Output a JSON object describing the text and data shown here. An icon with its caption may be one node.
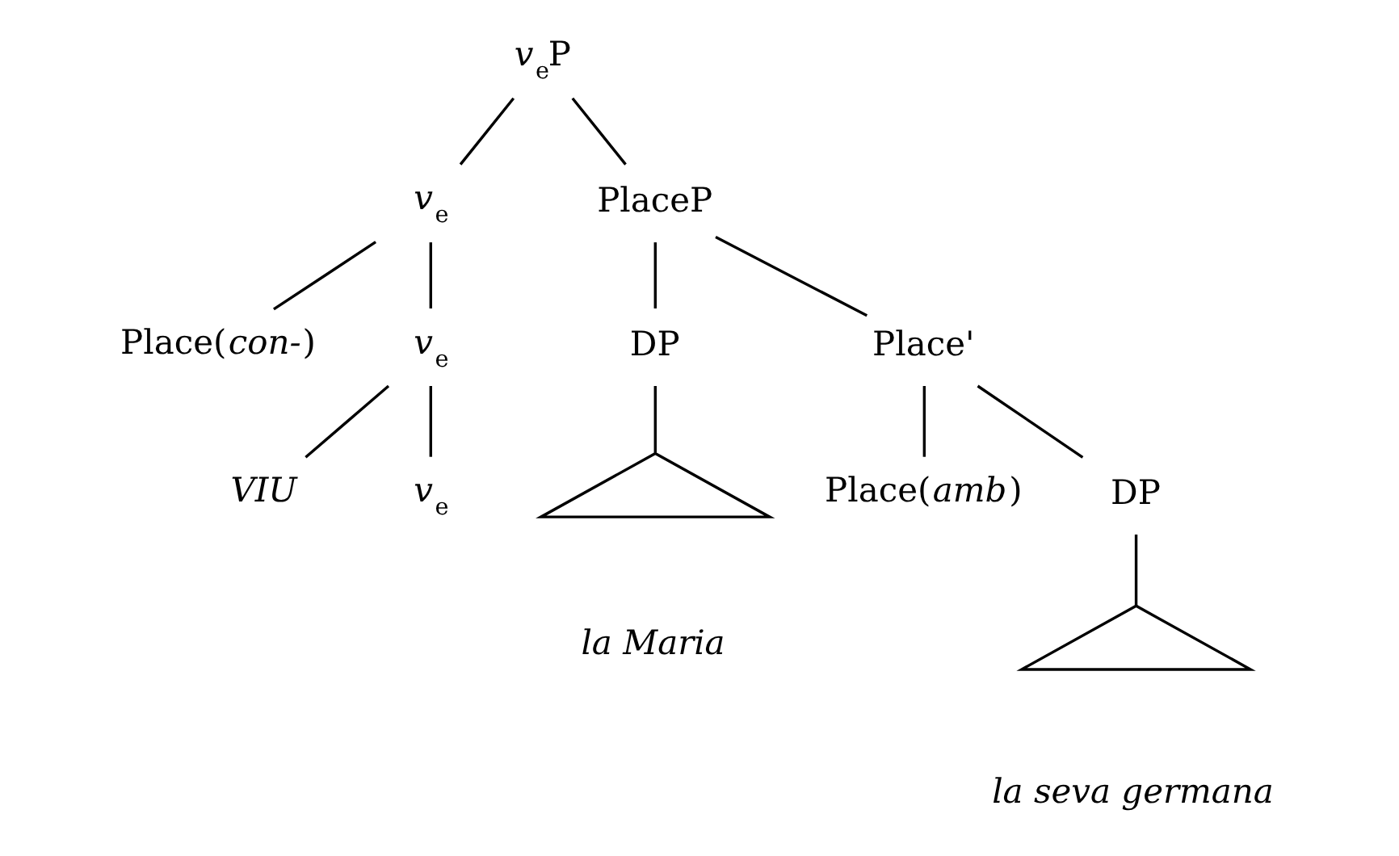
{
  "diagram": {
    "nodes": [
      {
        "text": [
          "*v*$_{e}$P"
        ]
      },
      {
        "text": [
          "*v*$_{e}$"
        ]
      },
      {
        "text": [
          "PlaceP"
        ]
      },
      {
        "text": [
          "Place(*con-*)"
        ]
      },
      {
        "text": [
          "*v*$_{e}$"
        ]
      },
      {
        "text": [
          "DP"
        ]
      },
      {
        "text": [
          "Place'"
        ]
      },
      {
        "text": [
          "VIU"
        ]
      },
      {
        "text": [
          "*v*$_{e}$"
        ]
      },
      {
        "text": [],
        "shape": "triangle",
        "beside": [
          "la Maria"
        ]
      },
      {
        "text": [
          "Place(*amb*)"
        ]
      },
      {
        "text": [
          "DP"
        ]
      },
      {
        "text": [],
        "shape": "triangle",
        "beside": [
          "la seva germana"
        ]
      }
    ],
    "edges": [
      {
        "from": 0,
        "to": 1,
        "arrow": "none"
      },
      {
        "from": 0,
        "to": 2,
        "arrow": "none"
      },
      {
        "from": 1,
        "to": 3,
        "arrow": "none"
      },
      {
        "from": 1,
        "to": 4,
        "arrow": "none"
      },
      {
        "from": 2,
        "to": 5,
        "arrow": "none"
      },
      {
        "from": 2,
        "to": 6,
        "arrow": "none"
      },
      {
        "from": 4,
        "to": 7,
        "arrow": "none"
      },
      {
        "from": 4,
        "to": 8,
        "arrow": "none"
      },
      {
        "from": 5,
        "to": 9,
        "arrow": "none"
      },
      {
        "from": 6,
        "to": 10,
        "arrow": "none"
      },
      {
        "from": 6,
        "to": 11,
        "arrow": "none"
      },
      {
        "from": 11,
        "to": 12,
        "arrow": "none"
      }
    ]
  }
}
